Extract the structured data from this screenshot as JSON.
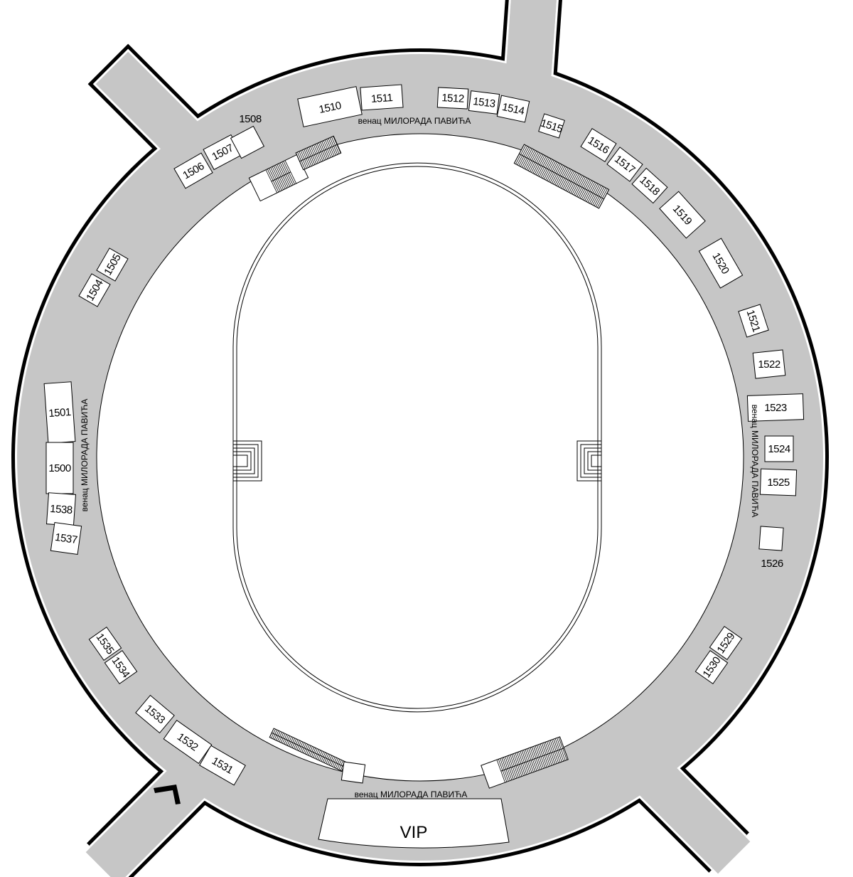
{
  "street_name": "венац МИЛОРАДА ПАВИЋА",
  "vip_label": "VIP",
  "booths": [
    "1510",
    "1511",
    "1512",
    "1513",
    "1514",
    "1515",
    "1516",
    "1517",
    "1518",
    "1519",
    "1520",
    "1521",
    "1522",
    "1523",
    "1524",
    "1525",
    "1526",
    "1529",
    "1530",
    "1531",
    "1532",
    "1533",
    "1534",
    "1535",
    "1504",
    "1505",
    "1506",
    "1507",
    "1508",
    "1501",
    "1500",
    "1538",
    "1537"
  ],
  "colors": {
    "ring": "#c6c6c6",
    "outline": "#000000",
    "field": "#ffffff"
  }
}
